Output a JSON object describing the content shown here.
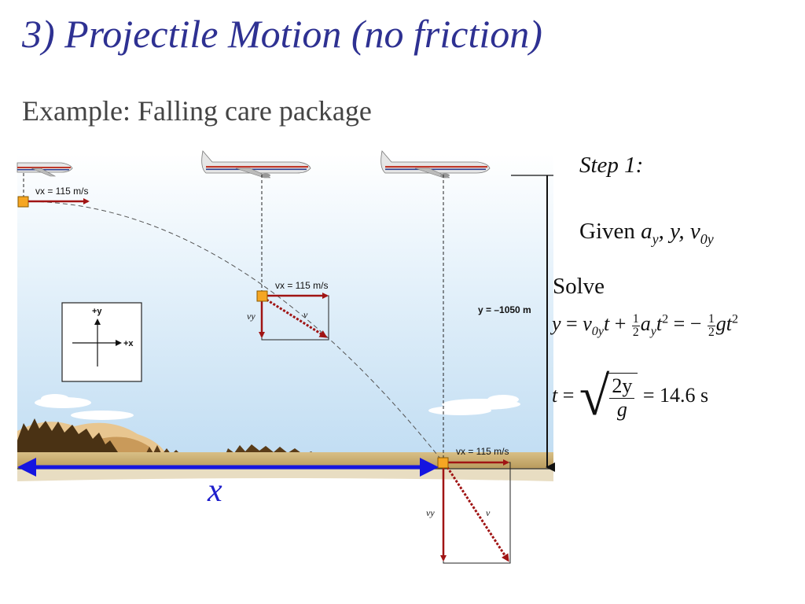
{
  "slide": {
    "title": "3) Projectile Motion (no friction)",
    "subtitle": "Example: Falling care package"
  },
  "diagram": {
    "vx_label": "vx = 115 m/s",
    "vy_label": "vy",
    "v_label": "v",
    "y_label": "y = –1050 m",
    "axis_plus_y": "+y",
    "axis_plus_x": "+x",
    "x_label": "x"
  },
  "sidebar": {
    "step": "Step 1:",
    "given_prefix": "Given",
    "given_ay": "a",
    "given_ay_sub": "y",
    "given_sep1": ",",
    "given_y": " y, ",
    "given_v": "v",
    "given_v_sub": "0y",
    "solve": "Solve",
    "eq1_y": "y",
    "eq1_eq": " = ",
    "eq1_v": "v",
    "eq1_v_sub": "0y",
    "eq1_t": "t",
    "eq1_plus": " + ",
    "eq1_half_num": "1",
    "eq1_half_den": "2",
    "eq1_a": "a",
    "eq1_a_sub": "y",
    "eq1_t2": "t",
    "eq1_sq": "2",
    "eq1_eq2": " = − ",
    "eq1_half2_num": "1",
    "eq1_half2_den": "2",
    "eq1_gt": "gt",
    "eq1_sq2": "2",
    "eq2_t": "t",
    "eq2_eq": " = ",
    "eq2_num": "2y",
    "eq2_den": "g",
    "eq2_result": " = 14.6  s"
  }
}
